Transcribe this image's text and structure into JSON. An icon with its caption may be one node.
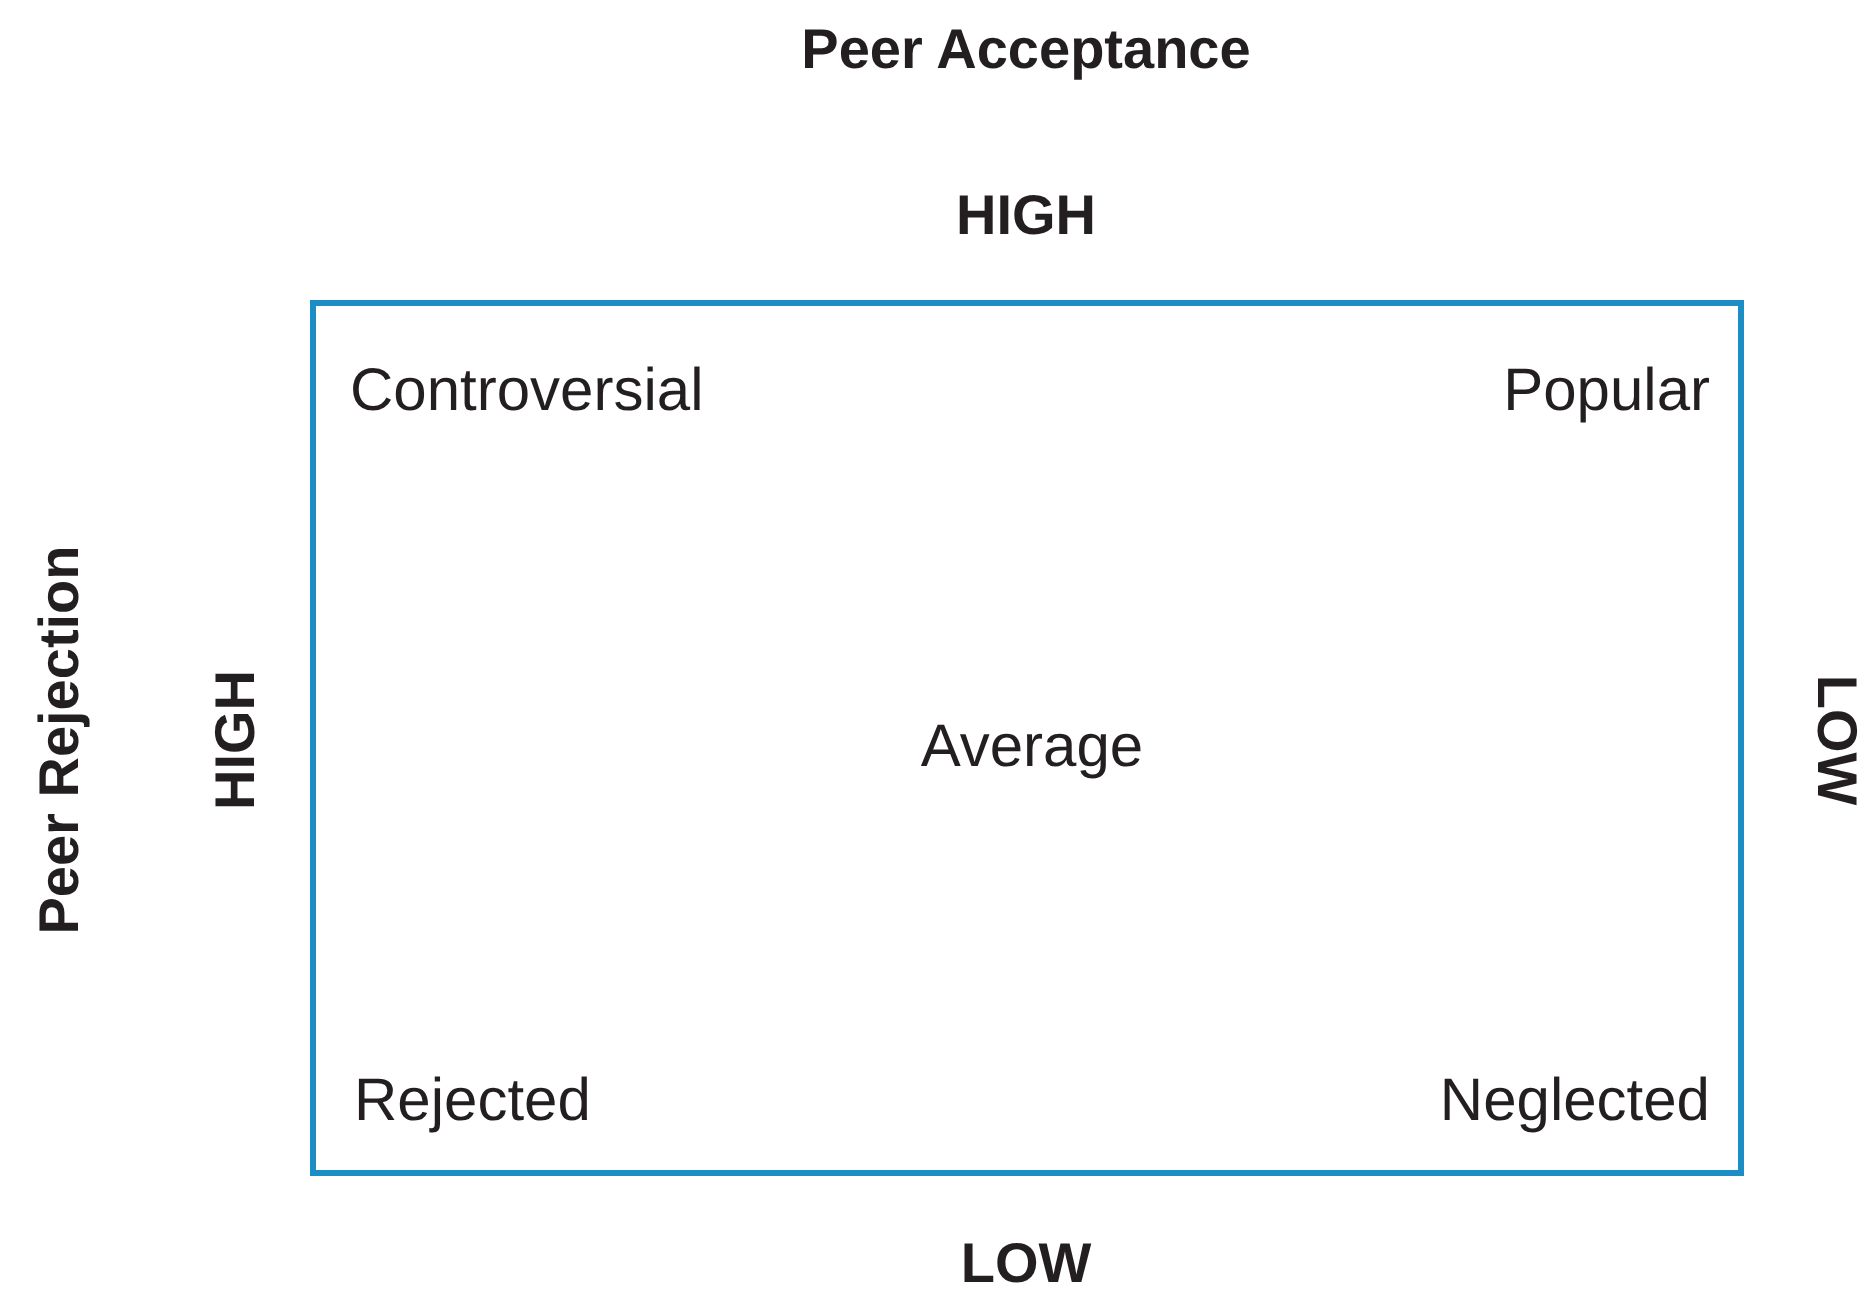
{
  "diagram": {
    "nodes": [
      {
        "text": [
          "Controversial",
          "Popular",
          "Average",
          "Rejected",
          "Neglected"
        ]
      }
    ],
    "labels": [
      "Peer Acceptance",
      "HIGH",
      "Peer Rejection",
      "HIGH",
      "LOW",
      "LOW"
    ]
  }
}
